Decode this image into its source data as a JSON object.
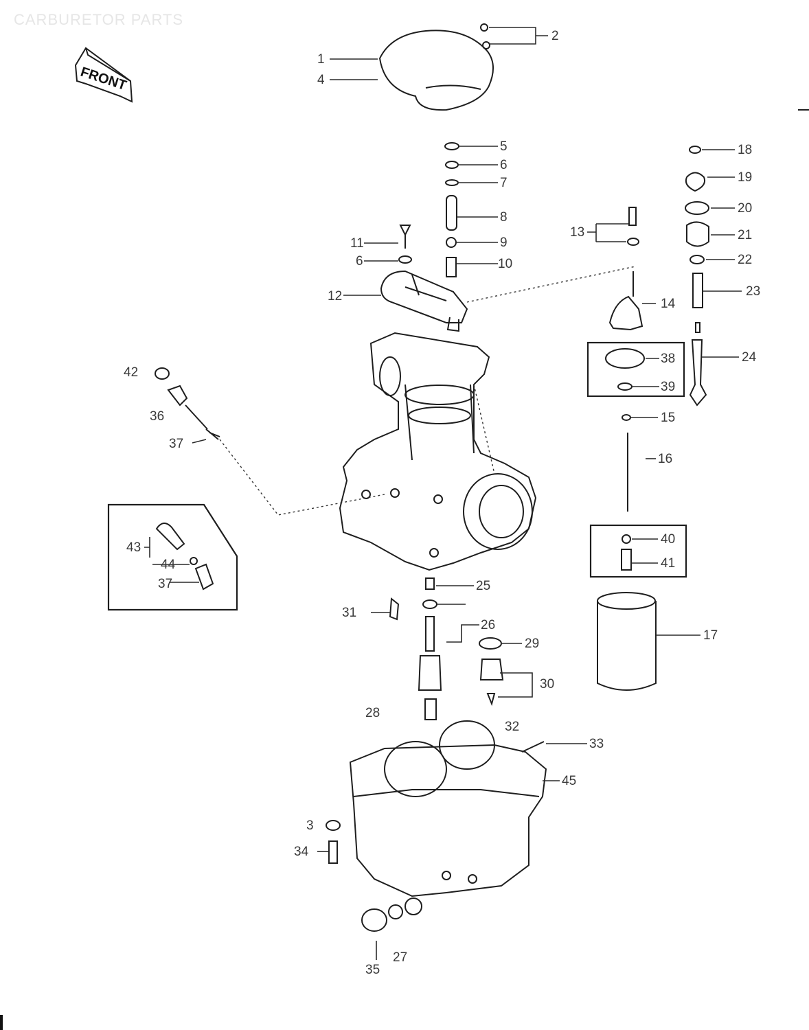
{
  "title": "CARBURETOR PARTS",
  "front_tag": "FRONT",
  "callouts": {
    "c1": "1",
    "c2": "2",
    "c3": "3",
    "c4": "4",
    "c5": "5",
    "c6a": "6",
    "c6b": "6",
    "c7": "7",
    "c8": "8",
    "c9": "9",
    "c10": "10",
    "c11": "11",
    "c12": "12",
    "c13": "13",
    "c14": "14",
    "c15": "15",
    "c16": "16",
    "c17": "17",
    "c18": "18",
    "c19": "19",
    "c20": "20",
    "c21": "21",
    "c22": "22",
    "c23": "23",
    "c24": "24",
    "c25": "25",
    "c26": "26",
    "c27": "27",
    "c28": "28",
    "c29": "29",
    "c30": "30",
    "c31": "31",
    "c32": "32",
    "c33": "33",
    "c34": "34",
    "c35": "35",
    "c36": "36",
    "c37a": "37",
    "c37b": "37",
    "c38": "38",
    "c39": "39",
    "c40": "40",
    "c41": "41",
    "c42": "42",
    "c43": "43",
    "c44": "44",
    "c45": "45"
  }
}
